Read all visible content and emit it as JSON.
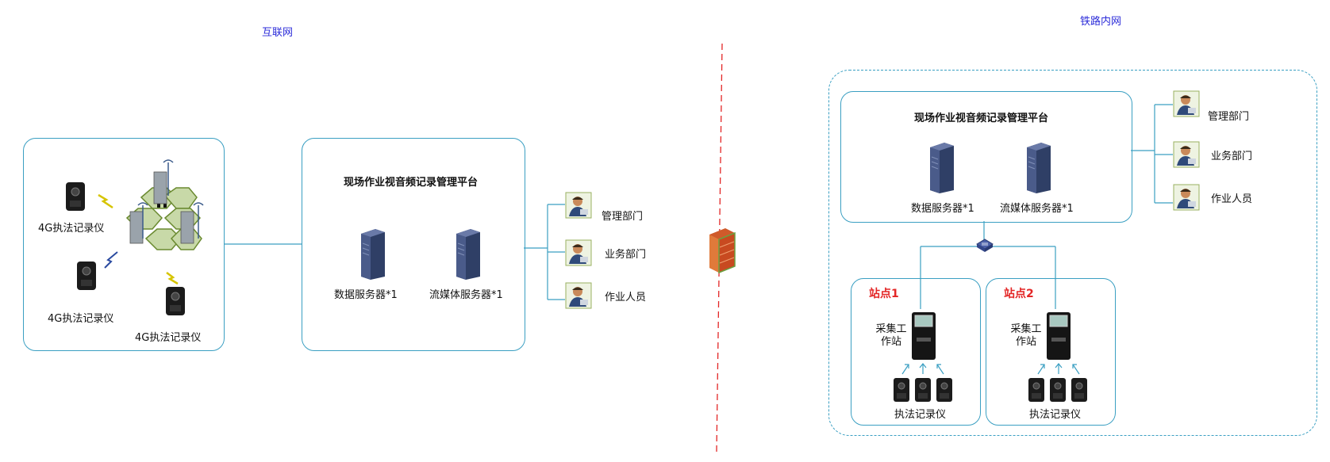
{
  "zones": {
    "internet": "互联网",
    "railway": "铁路内网"
  },
  "left": {
    "devices": [
      "4G执法记录仪",
      "4G执法记录仪",
      "4G执法记录仪"
    ],
    "platform": {
      "title": "现场作业视音频记录管理平台",
      "servers": [
        "数据服务器*1",
        "流媒体服务器*1"
      ]
    },
    "users": [
      "管理部门",
      "业务部门",
      "作业人员"
    ]
  },
  "right": {
    "platform": {
      "title": "现场作业视音频记录管理平台",
      "servers": [
        "数据服务器*1",
        "流媒体服务器*1"
      ]
    },
    "users": [
      "管理部门",
      "业务部门",
      "作业人员"
    ],
    "stations": [
      {
        "name": "站点1",
        "workstation": "采集工作站",
        "recorders": "执法记录仪"
      },
      {
        "name": "站点2",
        "workstation": "采集工作站",
        "recorders": "执法记录仪"
      }
    ]
  },
  "colors": {
    "line": "#3a9fc2",
    "divider": "#e32626",
    "zone_label": "#2b2bd9",
    "station_label": "#e32626"
  },
  "icons": [
    "body-camera-icon",
    "cell-tower-icon",
    "server-icon",
    "user-icon",
    "firewall-icon",
    "switch-icon",
    "kiosk-icon"
  ]
}
